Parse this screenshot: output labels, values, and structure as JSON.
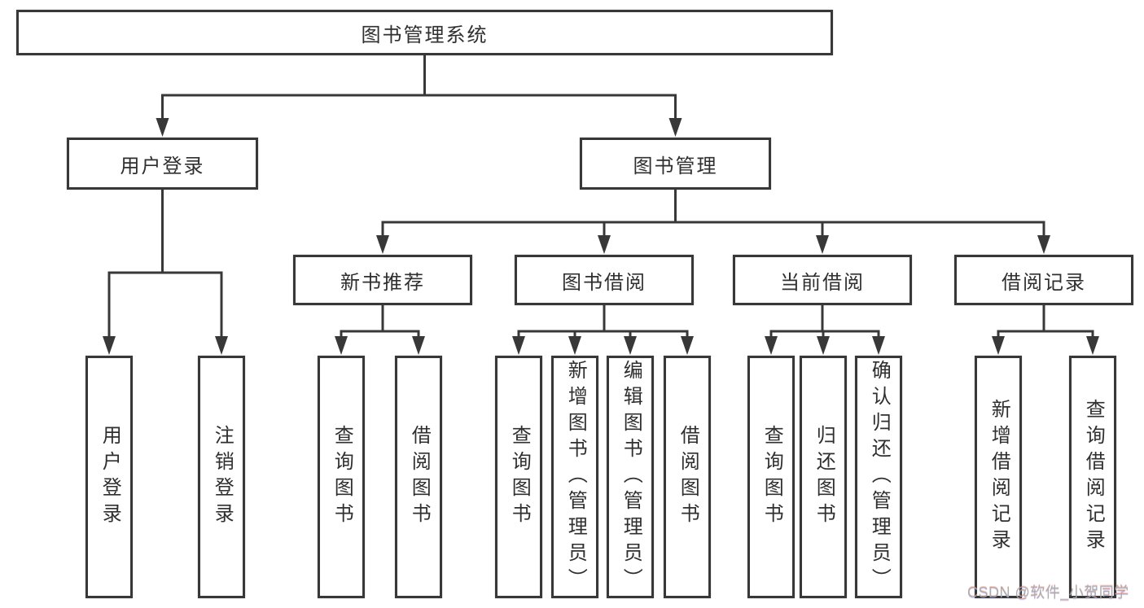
{
  "diagram_type": "hierarchy-tree",
  "tree": {
    "label": "图书管理系统",
    "children": [
      {
        "label": "用户登录",
        "children": [
          {
            "label": "用户登录"
          },
          {
            "label": "注销登录"
          }
        ]
      },
      {
        "label": "图书管理",
        "children": [
          {
            "label": "新书推荐",
            "children": [
              {
                "label": "查询图书"
              },
              {
                "label": "借阅图书"
              }
            ]
          },
          {
            "label": "图书借阅",
            "children": [
              {
                "label": "查询图书"
              },
              {
                "label": "新增图书（管理员）"
              },
              {
                "label": "编辑图书（管理员）"
              },
              {
                "label": "借阅图书"
              }
            ]
          },
          {
            "label": "当前借阅",
            "children": [
              {
                "label": "查询图书"
              },
              {
                "label": "归还图书"
              },
              {
                "label": "确认归还（管理员）"
              }
            ]
          },
          {
            "label": "借阅记录",
            "children": [
              {
                "label": "新增借阅记录"
              },
              {
                "label": "查询借阅记录"
              }
            ]
          }
        ]
      }
    ]
  },
  "watermark": {
    "text": "CSDN @软件_小贺同学"
  },
  "colors": {
    "background": "#ffffff",
    "box_border": "#383838",
    "connector_line": "#383838",
    "text": "#2f2f2f",
    "watermark_gray": "#a9a9ad"
  }
}
